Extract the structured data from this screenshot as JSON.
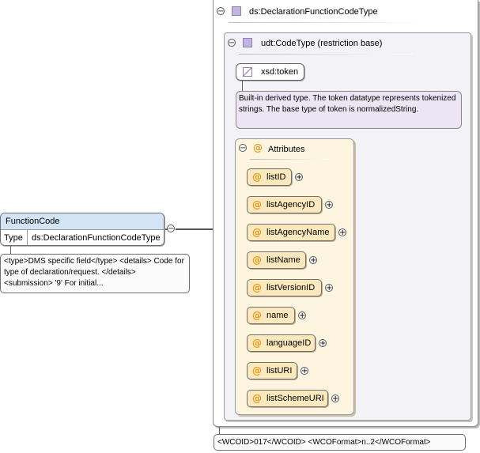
{
  "complex_type": {
    "name": "ds:DeclarationFunctionCodeType"
  },
  "restriction": {
    "name": "udt:CodeType (restriction base)"
  },
  "base_type": {
    "name": "xsd:token",
    "doc": "Built-in derived type. The token datatype represents tokenized strings. The base type of token is normalizedString."
  },
  "attributes": {
    "title": "Attributes",
    "at_symbol": "@",
    "items": [
      {
        "label": "listID"
      },
      {
        "label": "listAgencyID"
      },
      {
        "label": "listAgencyName"
      },
      {
        "label": "listName"
      },
      {
        "label": "listVersionID"
      },
      {
        "label": "name"
      },
      {
        "label": "languageID"
      },
      {
        "label": "listURI"
      },
      {
        "label": "listSchemeURI"
      }
    ]
  },
  "element": {
    "name": "FunctionCode",
    "type_label": "Type",
    "type_value": "ds:DeclarationFunctionCodeType",
    "doc": "<type>DMS specific field</type> <details> Code for type of declaration/request. </details> <submission> '9' For initial..."
  },
  "footer_note": "<WCOID>017</WCOID> <WCOFormat>n..2</WCOFormat>",
  "icons": {
    "collapse": "⊖",
    "expand": "+"
  }
}
